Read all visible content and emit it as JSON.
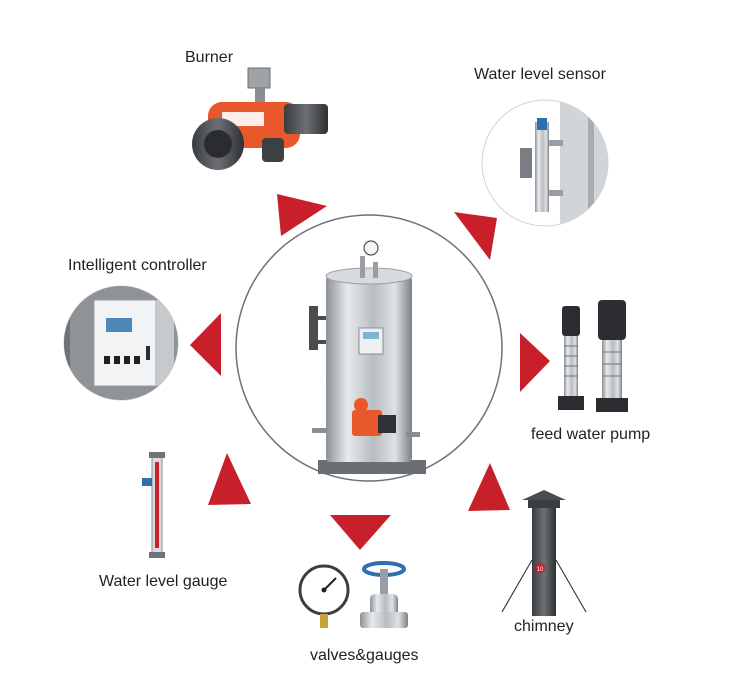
{
  "components": {
    "burner": "Burner",
    "water_level_sensor": "Water level sensor",
    "intelligent_controller": "Intelligent controller",
    "feed_water_pump": "feed water pump",
    "water_level_gauge": "Water level gauge",
    "valves_gauges": "valves&gauges",
    "chimney": "chimney"
  },
  "chimney_tag": "10",
  "colors": {
    "arrow": "#c8202a",
    "burner_orange": "#e8582a",
    "steel": "#c9ccd1",
    "ring": "#6f7378"
  }
}
